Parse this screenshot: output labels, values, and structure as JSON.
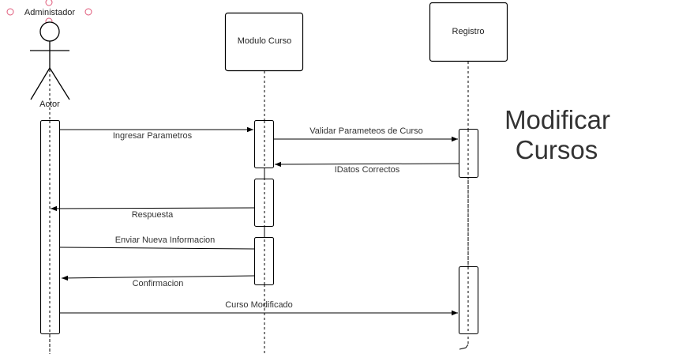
{
  "diagram": {
    "actor": {
      "name_top": "Administador",
      "name_bottom": "Actor"
    },
    "participants": {
      "modulo": "Modulo Curso",
      "registro": "Registro"
    },
    "title": {
      "line1": "Modificar",
      "line2": "Cursos"
    },
    "messages": {
      "ingresar": "Ingresar Parametros",
      "validar": "Validar Parameteos de  Curso",
      "datos": "IDatos Correctos",
      "respuesta": "Respuesta",
      "enviar": "Enviar  Nueva Informacion",
      "confirmacion": "Confirmacion",
      "modificado": "Curso Modificado"
    },
    "colors": {
      "line": "#000000",
      "handle": "#e05a7a",
      "text": "#333333"
    }
  }
}
